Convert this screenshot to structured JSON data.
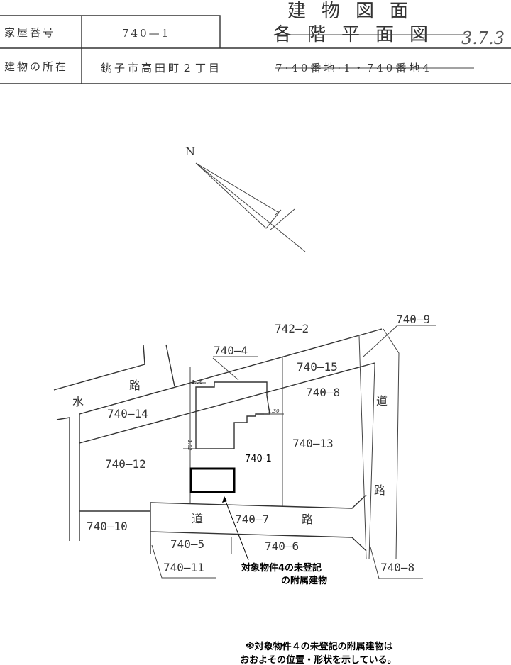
{
  "header": {
    "title_line1": "建物図面",
    "title_line2": "各階平面図",
    "handwritten_date": "3.7.3",
    "house_number_label": "家屋番号",
    "house_number_value": "740—1",
    "location_label": "建物の所在",
    "location_prefix": "銚子市高田町２丁目",
    "location_struck": "7·40番地·1・740番地4"
  },
  "diagram": {
    "north_label": "N",
    "parcels": {
      "p742_2": "742—2",
      "p740_4": "740—4",
      "p740_15": "740—15",
      "p740_8_top": "740—8",
      "p740_14": "740—14",
      "p740_12": "740—12",
      "p740_13": "740—13",
      "p740_1": "740-1",
      "p740_10": "740—10",
      "p740_7": "740—7",
      "p740_5": "740—5",
      "p740_6": "740—6",
      "p740_11": "740—11",
      "p740_8_bottom": "740—8",
      "p740_9": "740—9"
    },
    "roads": {
      "water_mizu": "水",
      "water_ro": "路",
      "road_right_do": "道",
      "road_right_ro": "路",
      "road_bottom_do": "道",
      "road_bottom_ro": "路"
    },
    "dimensions": {
      "d1": "1.06",
      "d2": "1.02",
      "d3": "1.30"
    },
    "callout_line1": "対象物件4の未登記",
    "callout_line2": "の附属建物"
  },
  "footnote": {
    "line1": "※対象物件４の未登記の附属建物は",
    "line2": "おおよその位置・形状を示している。"
  }
}
